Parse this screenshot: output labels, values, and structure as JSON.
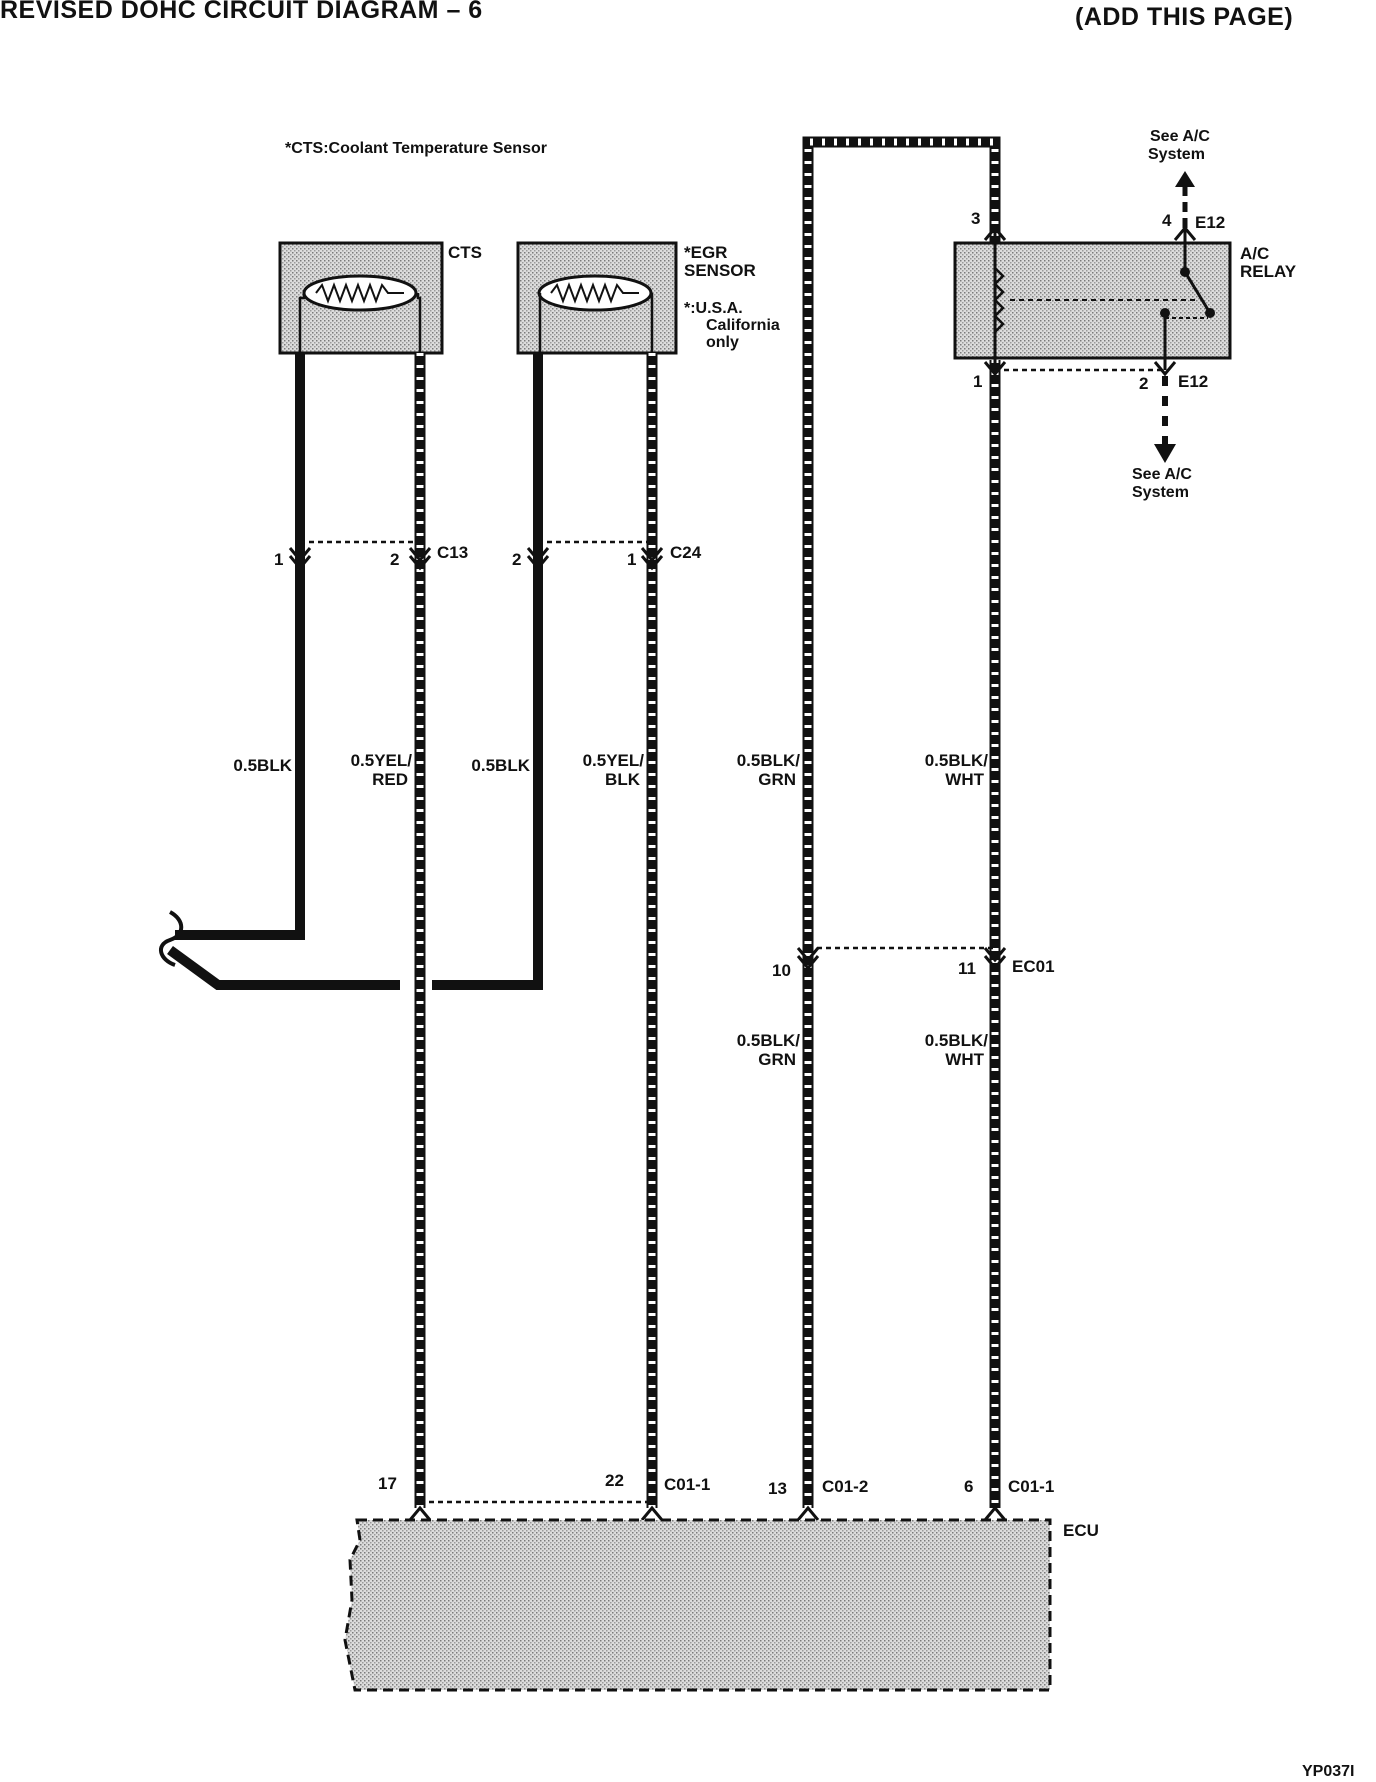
{
  "header": {
    "title": "REVISED DOHC CIRCUIT DIAGRAM  –  6",
    "note": "(ADD THIS PAGE)"
  },
  "footnote_cts": "*CTS:Coolant Temperature Sensor",
  "components": {
    "cts": {
      "label": "CTS"
    },
    "egr": {
      "label_l1": "*EGR",
      "label_l2": "SENSOR",
      "note_l1": "*:U.S.A.",
      "note_l2": "California",
      "note_l3": "only"
    },
    "ac_relay": {
      "label_l1": "A/C",
      "label_l2": "RELAY"
    },
    "ecu": {
      "label": "ECU"
    }
  },
  "see_ac": {
    "top_l1": "See A/C",
    "top_l2": "System",
    "bot_l1": "See A/C",
    "bot_l2": "System"
  },
  "connectors": {
    "c13": {
      "name": "C13",
      "pin_a": "1",
      "pin_b": "2"
    },
    "c24": {
      "name": "C24",
      "pin_a": "2",
      "pin_b": "1"
    },
    "e12_top": {
      "name": "E12",
      "pin_relay": "3",
      "pin_sw": "4"
    },
    "e12_bot": {
      "name": "E12",
      "pin_relay": "1",
      "pin_sw": "2"
    },
    "ec01": {
      "name": "EC01",
      "pin_a": "10",
      "pin_b": "11"
    },
    "ecu_c01_1a": {
      "name": "C01-1",
      "pin_a": "17",
      "pin_b": "22"
    },
    "ecu_c01_2": {
      "name": "C01-2",
      "pin": "13"
    },
    "ecu_c01_1b": {
      "name": "C01-1",
      "pin": "6"
    }
  },
  "wires": {
    "w1": "0.5BLK",
    "w2_l1": "0.5YEL/",
    "w2_l2": "RED",
    "w3": "0.5BLK",
    "w4_l1": "0.5YEL/",
    "w4_l2": "BLK",
    "w5_l1": "0.5BLK/",
    "w5_l2": "GRN",
    "w6_l1": "0.5BLK/",
    "w6_l2": "WHT",
    "w7_l1": "0.5BLK/",
    "w7_l2": "GRN",
    "w8_l1": "0.5BLK/",
    "w8_l2": "WHT"
  },
  "figure_id": "YP037I",
  "colors": {
    "ink": "#111111",
    "fill": "#c8c8c8"
  }
}
